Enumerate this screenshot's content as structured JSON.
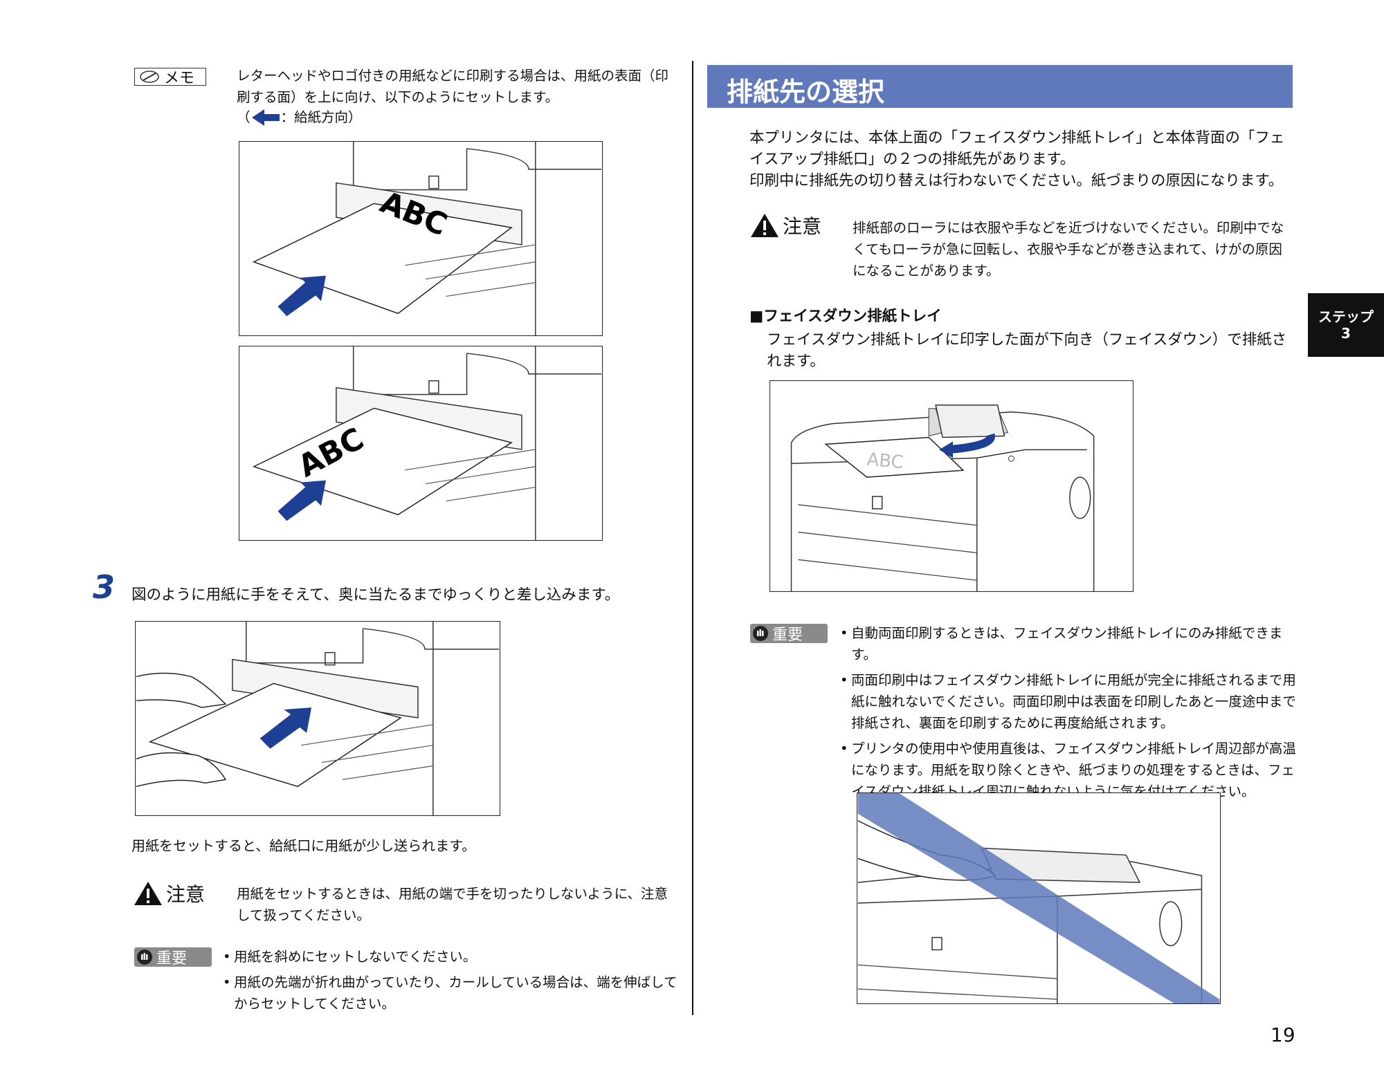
{
  "left": {
    "memo_badge": "メモ",
    "memo_text": "レターヘッドやロゴ付きの用紙などに印刷する場合は、用紙の表面（印刷する面）を上に向け、以下のようにセットします。",
    "memo_direction_prefix": "（",
    "memo_direction_suffix": "：給紙方向）",
    "figure_text": "ABC",
    "step_number": "3",
    "step_text": "図のように用紙に手をそえて、奥に当たるまでゆっくりと差し込みます。",
    "after_text": "用紙をセットすると、給紙口に用紙が少し送られます。",
    "caution_label": "注意",
    "caution_text": "用紙をセットするときは、用紙の端で手を切ったりしないように、注意して扱ってください。",
    "important_label": "重要",
    "important_items": [
      "用紙を斜めにセットしないでください。",
      "用紙の先端が折れ曲がっていたり、カールしている場合は、端を伸ばしてからセットしてください。"
    ]
  },
  "right": {
    "section_title": "排紙先の選択",
    "intro": "本プリンタには、本体上面の「フェイスダウン排紙トレイ」と本体背面の「フェイスアップ排紙口」の２つの排紙先があります。",
    "intro2": "印刷中に排紙先の切り替えは行わないでください。紙づまりの原因になります。",
    "caution_label": "注意",
    "caution_text": "排紙部のローラには衣服や手などを近づけないでください。印刷中でなくてもローラが急に回転し、衣服や手などが巻き込まれて、けがの原因になることがあります。",
    "sub_heading": "■フェイスダウン排紙トレイ",
    "sub_text": "フェイスダウン排紙トレイに印字した面が下向き（フェイスダウン）で排紙されます。",
    "important_label": "重要",
    "important_items": [
      "自動両面印刷するときは、フェイスダウン排紙トレイにのみ排紙できます。",
      "両面印刷中はフェイスダウン排紙トレイに用紙が完全に排紙されるまで用紙に触れないでください。両面印刷中は表面を印刷したあと一度途中まで排紙され、裏面を印刷するために再度給紙されます。",
      "プリンタの使用中や使用直後は、フェイスダウン排紙トレイ周辺部が高温になります。用紙を取り除くときや、紙づまりの処理をするときは、フェイスダウン排紙トレイ周辺に触れないように気を付けてください。"
    ]
  },
  "side_tab": {
    "line1": "ステップ",
    "line2": "3"
  },
  "page_number": "19",
  "colors": {
    "accent": "#5f79bc",
    "arrow": "#1d3f94",
    "tab": "#111111"
  }
}
